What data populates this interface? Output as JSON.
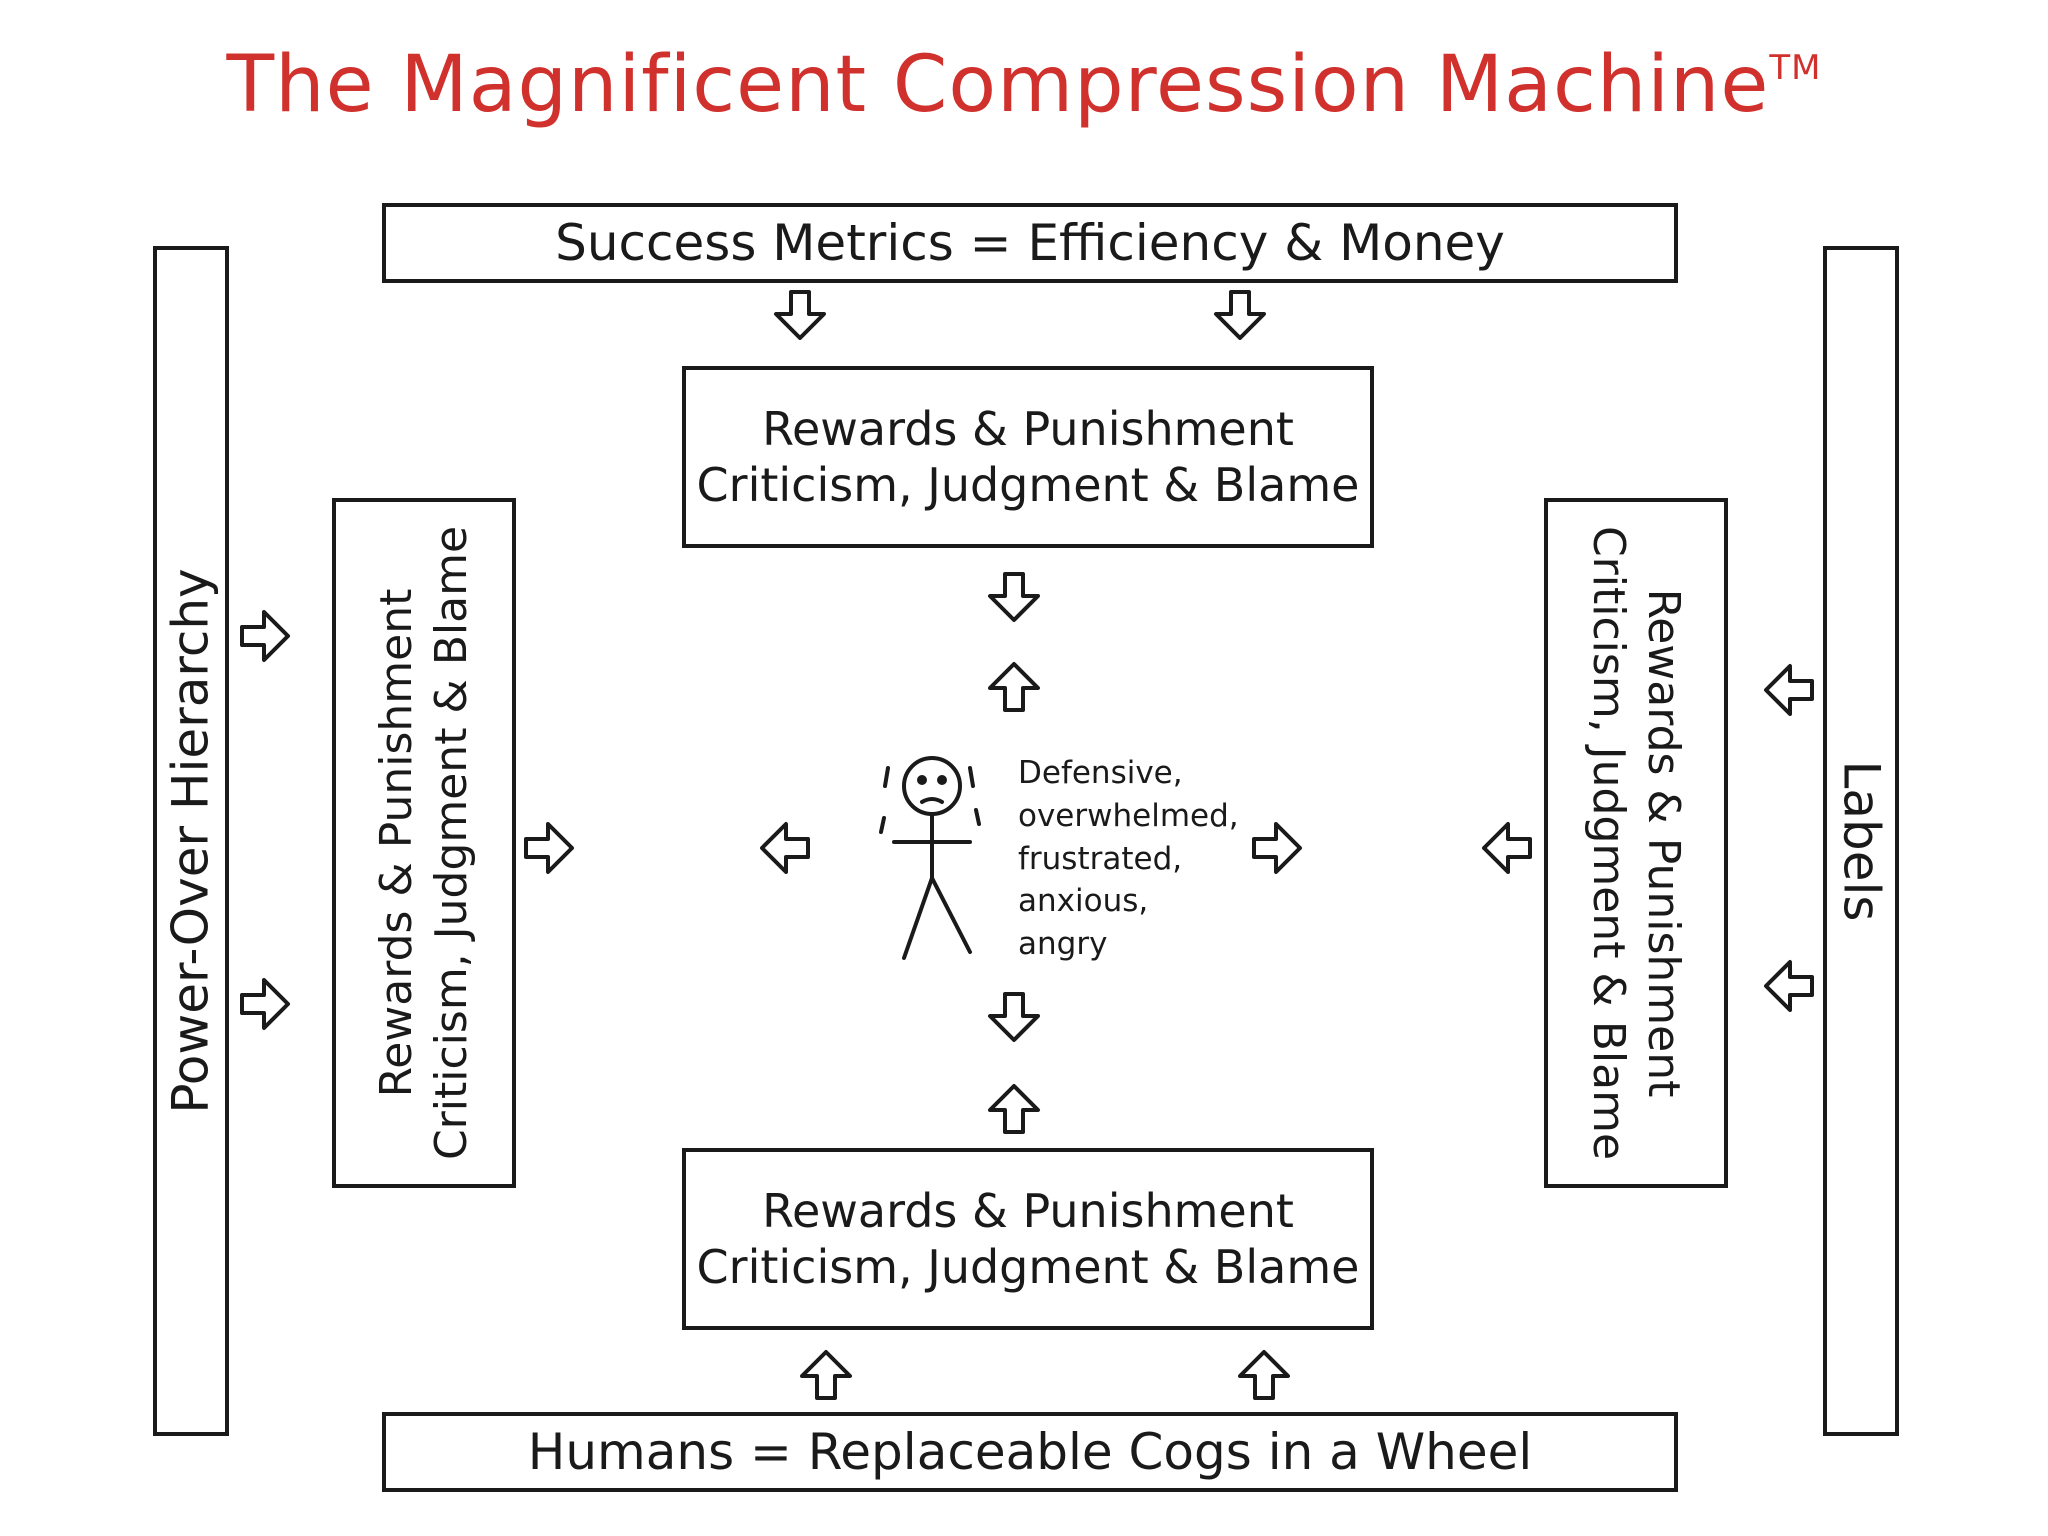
{
  "title": "The Magnificent Compression Machine",
  "trademark": "TM",
  "top_bar": "Success Metrics = Efficiency & Money",
  "bottom_bar": "Humans = Replaceable Cogs in a Wheel",
  "left_bar": "Power-Over Hierarchy",
  "right_bar": "Labels",
  "inner_box_line1": "Rewards & Punishment",
  "inner_box_line2": "Criticism, Judgment & Blame",
  "feelings": [
    "Defensive,",
    "overwhelmed,",
    "frustrated,",
    "anxious,",
    "angry"
  ],
  "colors": {
    "title": "#d0312d",
    "ink": "#1a1a1a"
  }
}
